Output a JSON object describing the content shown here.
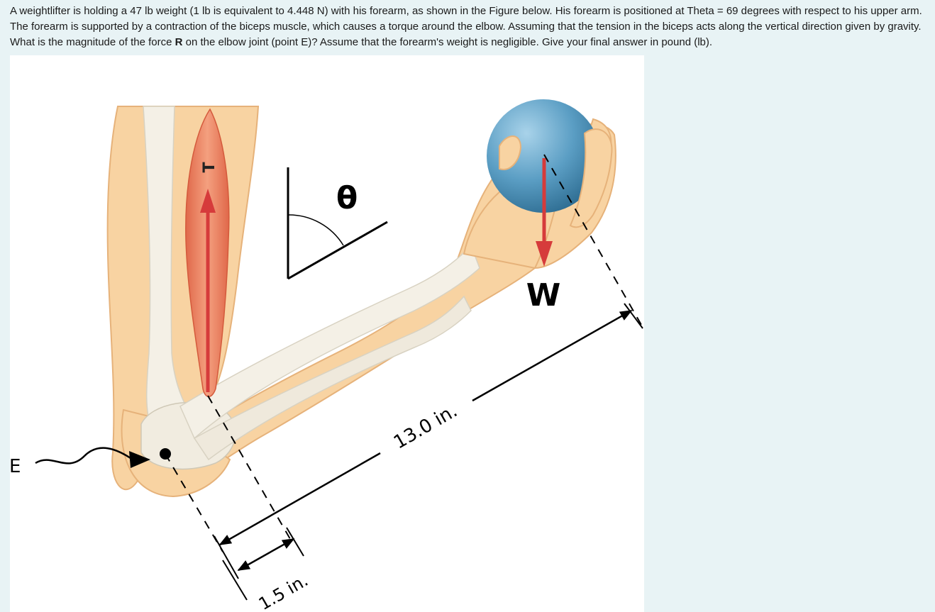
{
  "question": {
    "part1": "A weightlifter is holding a 47 lb weight (1 lb is equivalent to 4.448 N) with his forearm, as shown in the Figure below. His forearm is positioned at Theta = 69 degrees with respect to his upper arm. The forearm is supported by a contraction of the biceps muscle, which causes a torque around the elbow. Assuming that the tension in the biceps acts along the vertical direction given by gravity. What is the magnitude of the force ",
    "bold": "R",
    "part2": " on the elbow joint (point E)? Assume that the forearm's weight is negligible. Give your final answer in pound (lb)."
  },
  "figure": {
    "label_T": "T",
    "label_theta": "θ",
    "label_W": "W",
    "label_E": "E",
    "label_long": "13.0 in.",
    "label_short": "1.5 in."
  },
  "colors": {
    "page_bg": "#e8f3f5",
    "skin": "#f8d3a2",
    "skin_outline": "#e0b07a",
    "bone": "#f4f0e6",
    "muscle": "#ef8a66",
    "arrow_red": "#d63b3b",
    "ball": "#5b9ec4"
  }
}
